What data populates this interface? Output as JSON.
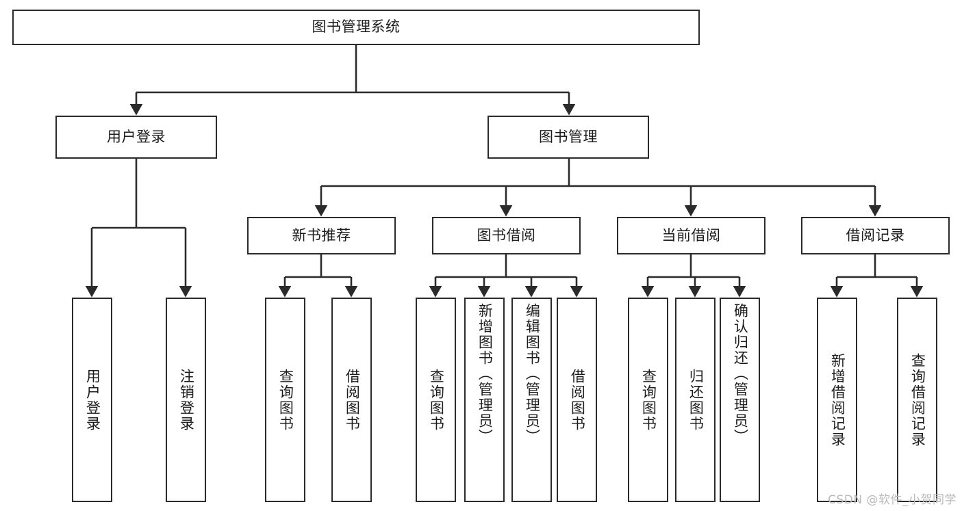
{
  "diagram": {
    "type": "tree",
    "title": "图书管理系统",
    "watermark": "CSDN @软件_小贺同学",
    "colors": {
      "background": "#ffffff",
      "box_fill": "#ffffff",
      "box_stroke": "#2b2b2b",
      "connector": "#2b2b2b",
      "text": "#1c1c1c",
      "watermark": "#b9b9b9"
    },
    "root": {
      "label": "图书管理系统",
      "level": 1
    },
    "level2": [
      {
        "label": "用户登录"
      },
      {
        "label": "图书管理"
      }
    ],
    "level3": [
      {
        "label": "新书推荐"
      },
      {
        "label": "图书借阅"
      },
      {
        "label": "当前借阅"
      },
      {
        "label": "借阅记录"
      }
    ],
    "leaves": {
      "user_login": [
        {
          "label": "用户登录"
        },
        {
          "label": "注销登录"
        }
      ],
      "new_book": [
        {
          "label": "查询图书"
        },
        {
          "label": "借阅图书"
        }
      ],
      "book_borrow": [
        {
          "label": "查询图书"
        },
        {
          "label": "新增图书（管理员）"
        },
        {
          "label": "编辑图书（管理员）"
        },
        {
          "label": "借阅图书"
        }
      ],
      "current_borrow": [
        {
          "label": "查询图书"
        },
        {
          "label": "归还图书"
        },
        {
          "label": "确认归还（管理员）"
        }
      ],
      "borrow_record": [
        {
          "label": "新增借阅记录"
        },
        {
          "label": "查询借阅记录"
        }
      ]
    }
  }
}
